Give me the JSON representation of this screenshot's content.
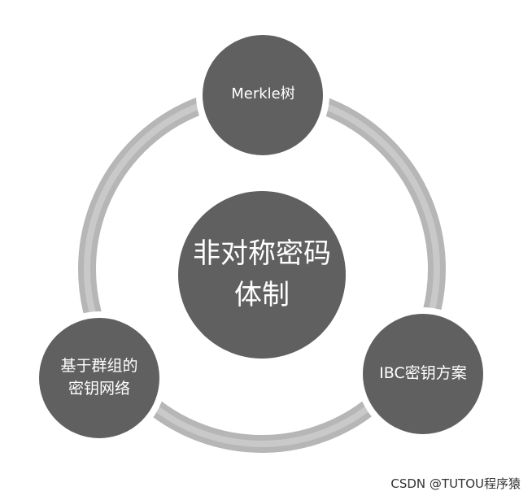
{
  "diagram": {
    "center": {
      "label": "非对称密码体制"
    },
    "nodes": [
      {
        "label": "Merkle树"
      },
      {
        "label": "基于群组的密钥网络"
      },
      {
        "label": "IBC密钥方案"
      }
    ]
  },
  "watermark": "CSDN @TUTOU程序猿",
  "colors": {
    "ring": "#b6b6b6",
    "ring_edge": "#d8d8d8",
    "circle_fill": "#606060",
    "circle_stroke": "#ffffff",
    "text": "#ffffff"
  }
}
